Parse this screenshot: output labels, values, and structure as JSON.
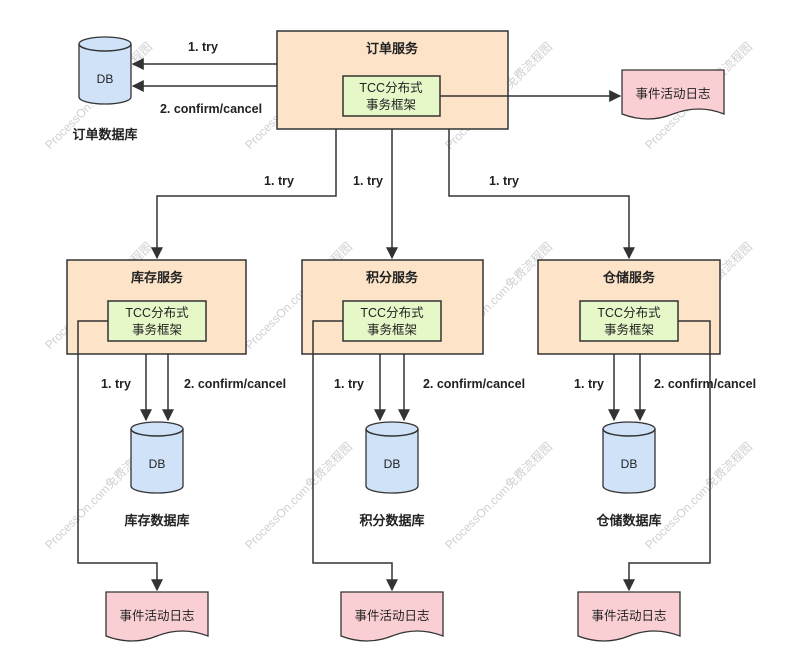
{
  "colors": {
    "service_fill": "#fde4c9",
    "framework_fill": "#e6f7c8",
    "log_fill": "#f9cfd4",
    "db_fill": "#cfe2f8",
    "stroke": "#333333"
  },
  "order_db": {
    "db_text": "DB",
    "caption": "订单数据库"
  },
  "order_service": {
    "title": "订单服务",
    "framework_line1": "TCC分布式",
    "framework_line2": "事务框架",
    "log_text": "事件活动日志",
    "try_label": "1. try",
    "confirm_label": "2. confirm/cancel"
  },
  "branch_labels": {
    "left": "1. try",
    "middle": "1. try",
    "right": "1. try"
  },
  "services": [
    {
      "title": "库存服务",
      "framework_line1": "TCC分布式",
      "framework_line2": "事务框架",
      "try_label": "1. try",
      "confirm_label": "2. confirm/cancel",
      "db_text": "DB",
      "db_caption": "库存数据库",
      "log_text": "事件活动日志"
    },
    {
      "title": "积分服务",
      "framework_line1": "TCC分布式",
      "framework_line2": "事务框架",
      "try_label": "1. try",
      "confirm_label": "2. confirm/cancel",
      "db_text": "DB",
      "db_caption": "积分数据库",
      "log_text": "事件活动日志"
    },
    {
      "title": "仓储服务",
      "framework_line1": "TCC分布式",
      "framework_line2": "事务框架",
      "try_label": "1. try",
      "confirm_label": "2. confirm/cancel",
      "db_text": "DB",
      "db_caption": "仓储数据库",
      "log_text": "事件活动日志"
    }
  ],
  "watermark": "ProcessOn.com免费流程图"
}
